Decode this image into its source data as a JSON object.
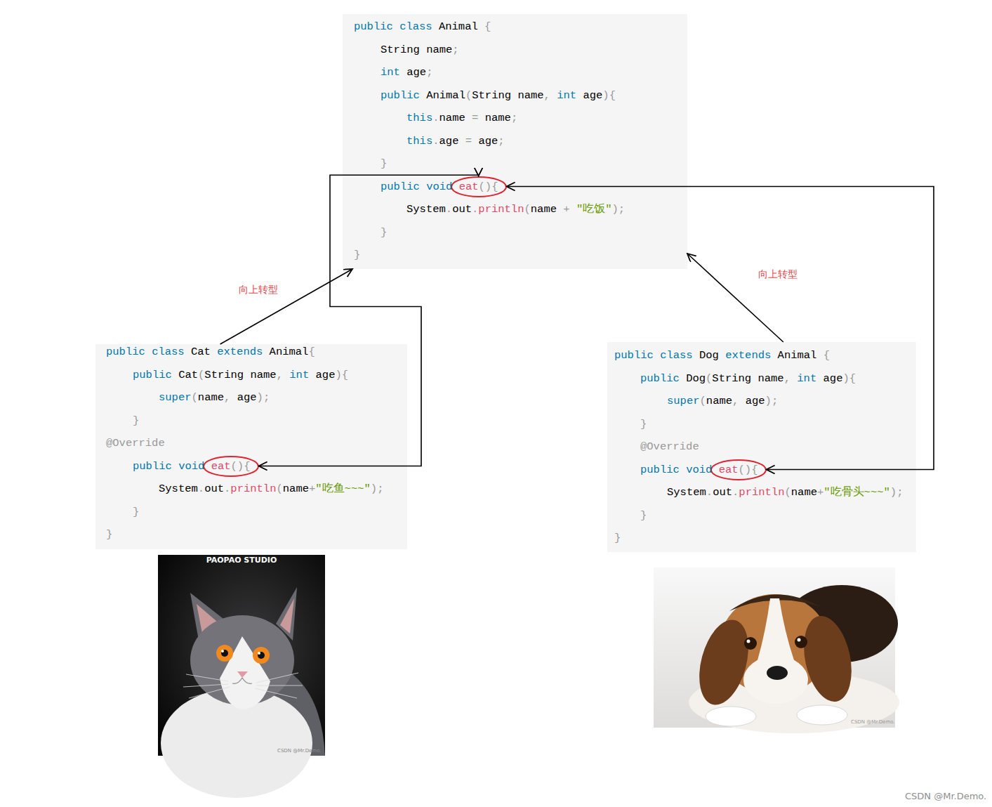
{
  "diagram": {
    "nodes": [
      {
        "text": [
          "public class Animal {",
          "String name;",
          "int age;",
          "public Animal(String name, int age){",
          "this.name = name;",
          "this.age = age;",
          "}",
          "public void",
          "System.out.println(name + \"吃饭\");",
          "}",
          "}"
        ]
      },
      {
        "text": [
          "eat(){"
        ],
        "in": 0
      },
      {
        "text": [
          "public class Cat extends Animal{",
          "public Cat(String name, int age){",
          "super(name, age);",
          "}",
          "@Override",
          "public void",
          "System.out.println(name+\"吃鱼~~~\");",
          "}",
          "}"
        ]
      },
      {
        "text": [
          "eat(){"
        ],
        "in": 2
      },
      {
        "text": [
          "public class Dog extends Animal {",
          "public Dog(String name, int age){",
          "super(name, age);",
          "}",
          "@Override",
          "public void",
          "System.out.println(name+\"吃骨头~~~\");",
          "}",
          "}"
        ]
      },
      {
        "text": [
          "eat(){"
        ],
        "in": 4
      }
    ],
    "edges": [
      {
        "from": 2,
        "to": 0,
        "arrow": "to",
        "label": "向上转型"
      },
      {
        "from": 4,
        "to": 0,
        "arrow": "to",
        "label": "向上转型"
      },
      {
        "from": 3,
        "to": 1,
        "arrow": "both"
      },
      {
        "from": 5,
        "to": 1,
        "arrow": "both"
      }
    ],
    "labels": [
      "PAOPAO STUDIO",
      "CSDN @Mr.Demo.",
      "CSDN @Mr.Demo.",
      "CSDN @Mr.Demo."
    ]
  }
}
